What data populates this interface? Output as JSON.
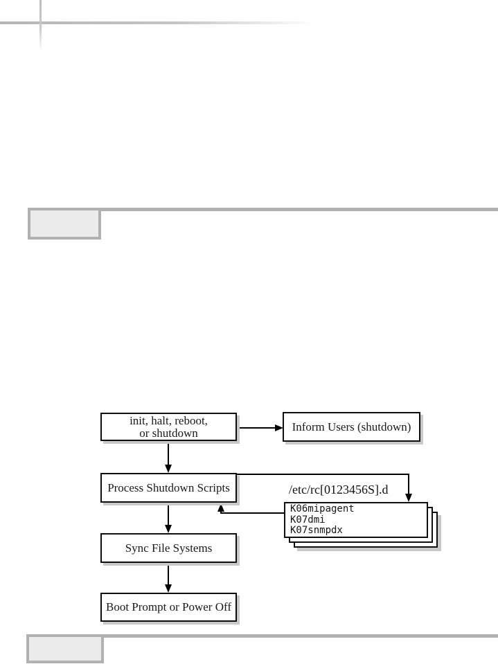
{
  "colors": {
    "page_bg": "#ffffff",
    "ribbon_gray": "#b1b1b1",
    "tab_fill": "#ebebeb",
    "node_border": "#000000",
    "node_fill": "#fefefe",
    "node_shadow": "#c9c9c9",
    "text": "#1a1a1a"
  },
  "dividers": {
    "top_tab_label": "",
    "bottom_tab_label": ""
  },
  "flowchart": {
    "nodes": {
      "start": {
        "line1": "init, halt, reboot,",
        "line2": "or shutdown"
      },
      "inform": {
        "label": "Inform Users (shutdown)"
      },
      "process": {
        "label": "Process Shutdown Scripts"
      },
      "sync": {
        "label": "Sync File Systems"
      },
      "boot": {
        "label": "Boot Prompt or Power Off"
      }
    },
    "stack": {
      "title": "/etc/rc[0123456S].d",
      "lines": [
        "K06mipagent",
        "K07dmi",
        "K07snmpdx"
      ]
    },
    "edges": [
      {
        "from": "start",
        "to": "inform"
      },
      {
        "from": "start",
        "to": "process"
      },
      {
        "from": "process",
        "to": "scripts-stack"
      },
      {
        "from": "scripts-stack",
        "to": "process"
      },
      {
        "from": "process",
        "to": "sync"
      },
      {
        "from": "sync",
        "to": "boot"
      }
    ]
  }
}
